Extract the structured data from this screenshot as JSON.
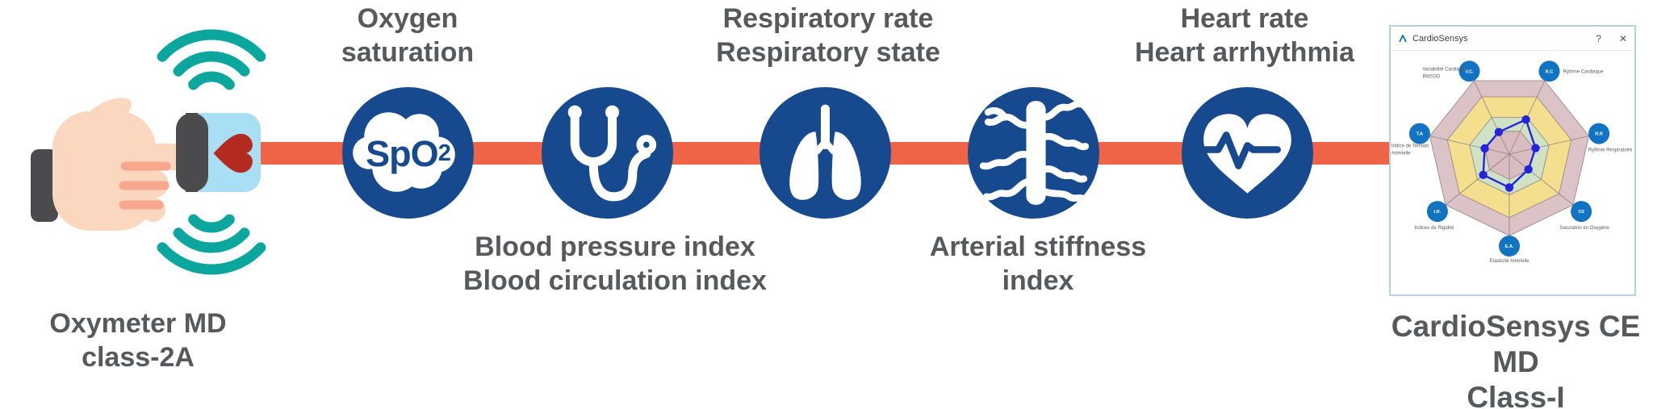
{
  "colors": {
    "background": "#ffffff",
    "accent_orange": "#ef6347",
    "icon_circle_blue": "#17498f",
    "label_gray": "#58595b",
    "signal_teal": "#0ba69e",
    "device_body_blue": "#a9dff4",
    "device_clip_gray": "#4b4b4d",
    "device_heart_red": "#b22a20",
    "skin": "#fcd7bf",
    "skin_line_pink": "#f7a78d"
  },
  "device": {
    "caption_lines": [
      "Oxymeter MD",
      "class-2A"
    ]
  },
  "pipeline": [
    {
      "icon": "spo2-cloud",
      "badge_main": "SpO",
      "badge_sub": "2",
      "label_position": "above",
      "label_lines": [
        "Oxygen",
        "saturation"
      ]
    },
    {
      "icon": "stethoscope",
      "label_position": "below",
      "label_lines": [
        "Blood pressure index",
        "Blood circulation index"
      ]
    },
    {
      "icon": "lungs",
      "label_position": "above",
      "label_lines": [
        "Respiratory rate",
        "Respiratory state"
      ]
    },
    {
      "icon": "artery",
      "label_position": "below",
      "label_lines": [
        "Arterial stiffness",
        "index"
      ]
    },
    {
      "icon": "heart-ecg",
      "label_position": "above",
      "label_lines": [
        "Heart rate",
        "Heart arrhythmia"
      ]
    }
  ],
  "app_window": {
    "title": "CardioSensys",
    "help_button": "?",
    "close_button": "✕",
    "caption_lines": [
      "CardioSensys CE MD",
      "Class-I"
    ]
  },
  "chart_data": {
    "type": "radar",
    "axes_count": 7,
    "value_max": 100,
    "axes": [
      {
        "abbr": "V.C.",
        "label_lines": [
          "Variabilité Cardiaque",
          "RMSSD"
        ],
        "value": 30
      },
      {
        "abbr": "R.C",
        "label_lines": [
          "Rythme Cardiaque"
        ],
        "value": 47
      },
      {
        "abbr": "R.R",
        "label_lines": [
          "Rythme Respiratoire"
        ],
        "value": 33
      },
      {
        "abbr": "O2",
        "label_lines": [
          "Saturation en Oxygène"
        ],
        "value": 30
      },
      {
        "abbr": "E.A.",
        "label_lines": [
          "Elasticité Artérielle"
        ],
        "value": 41
      },
      {
        "abbr": "I.R.",
        "label_lines": [
          "Indices de Rigidité"
        ],
        "value": 41
      },
      {
        "abbr": "T.A",
        "label_lines": [
          "Indice de Tension",
          "Artérielle"
        ],
        "value": 31
      }
    ],
    "rings": [
      {
        "frac": 1.0,
        "color": "#dcc3c7"
      },
      {
        "frac": 0.78,
        "color": "#f3df8e"
      },
      {
        "frac": 0.5,
        "color": "#cfe3c4"
      },
      {
        "frac": 0.31,
        "color": "#d9bcc0"
      }
    ],
    "series_color": "#2424dd",
    "node_color": "#1173c1",
    "grid_color": "#8d8184",
    "legend_position": "around-axes",
    "grid": true
  }
}
